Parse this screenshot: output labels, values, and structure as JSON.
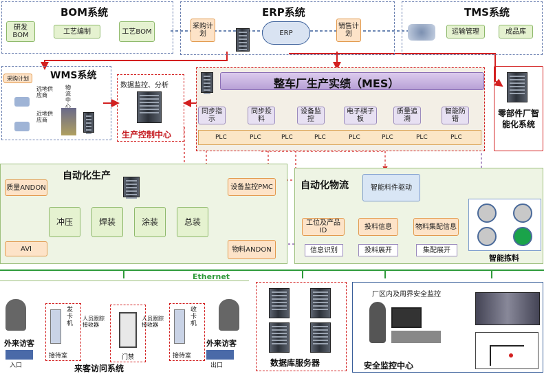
{
  "bom": {
    "title": "BOM系统",
    "node1": "研发BOM",
    "node2": "工艺编制",
    "node3": "工艺BOM"
  },
  "erp": {
    "title": "ERP系统",
    "purchase": "采购计划",
    "core": "ERP",
    "sales": "销售计划"
  },
  "tms": {
    "title": "TMS系统",
    "transport": "运输管理",
    "warehouse": "成品库"
  },
  "wms": {
    "title": "WMS系统",
    "purchase_plan": "采购计划",
    "supply1": "远地供应商",
    "supply2": "近地供应商",
    "logistics": "物流中心"
  },
  "control": {
    "label": "数据监控、分析",
    "title": "生产控制中心"
  },
  "mes": {
    "title": "整车厂生产实绩（MES）",
    "modules": [
      "同步指示",
      "同步投料",
      "设备监控",
      "电子棋子板",
      "质量追溯",
      "智能防错"
    ],
    "plc": [
      "PLC",
      "PLC",
      "PLC",
      "PLC",
      "PLC",
      "PLC",
      "PLC",
      "PLC"
    ]
  },
  "parts": {
    "title": "零部件厂智能化系统"
  },
  "auto_prod": {
    "title": "自动化生产",
    "andon": "质量ANDON",
    "pmc": "设备监控PMC",
    "avi": "AVI",
    "material_andon": "物料ANDON",
    "stations": [
      "冲压",
      "焊装",
      "涂装",
      "总装"
    ]
  },
  "auto_log": {
    "title": "自动化物流",
    "driver": "智能料件驱动",
    "items": [
      "工位及产品ID",
      "投料信息",
      "物料集配信息"
    ],
    "subs": [
      "信息识别",
      "投料展开",
      "集配展开"
    ],
    "picking": "智能拣料"
  },
  "network": {
    "label": "Ethernet"
  },
  "visitor": {
    "title": "来客访问系统",
    "visitor_in": "外来访客",
    "visitor_out": "外来访客",
    "entrance": "入口",
    "exit": "出口",
    "issuer": "发卡机",
    "reception1": "接待室",
    "tracker1": "人员跟踪接收器",
    "gate": "门禁",
    "tracker2": "人员跟踪接收器",
    "receiver": "收卡机",
    "reception2": "接待室"
  },
  "db": {
    "title": "数据库服务器"
  },
  "security": {
    "label": "厂区内及周界安全监控",
    "title": "安全监控中心"
  },
  "colors": {
    "panel_green": "#eef4e4",
    "mes_bar": "#cbb8e0",
    "arrow_red": "#d32020",
    "arrow_purple": "#7a4aa0",
    "ethernet_green": "#2e9a3a"
  }
}
